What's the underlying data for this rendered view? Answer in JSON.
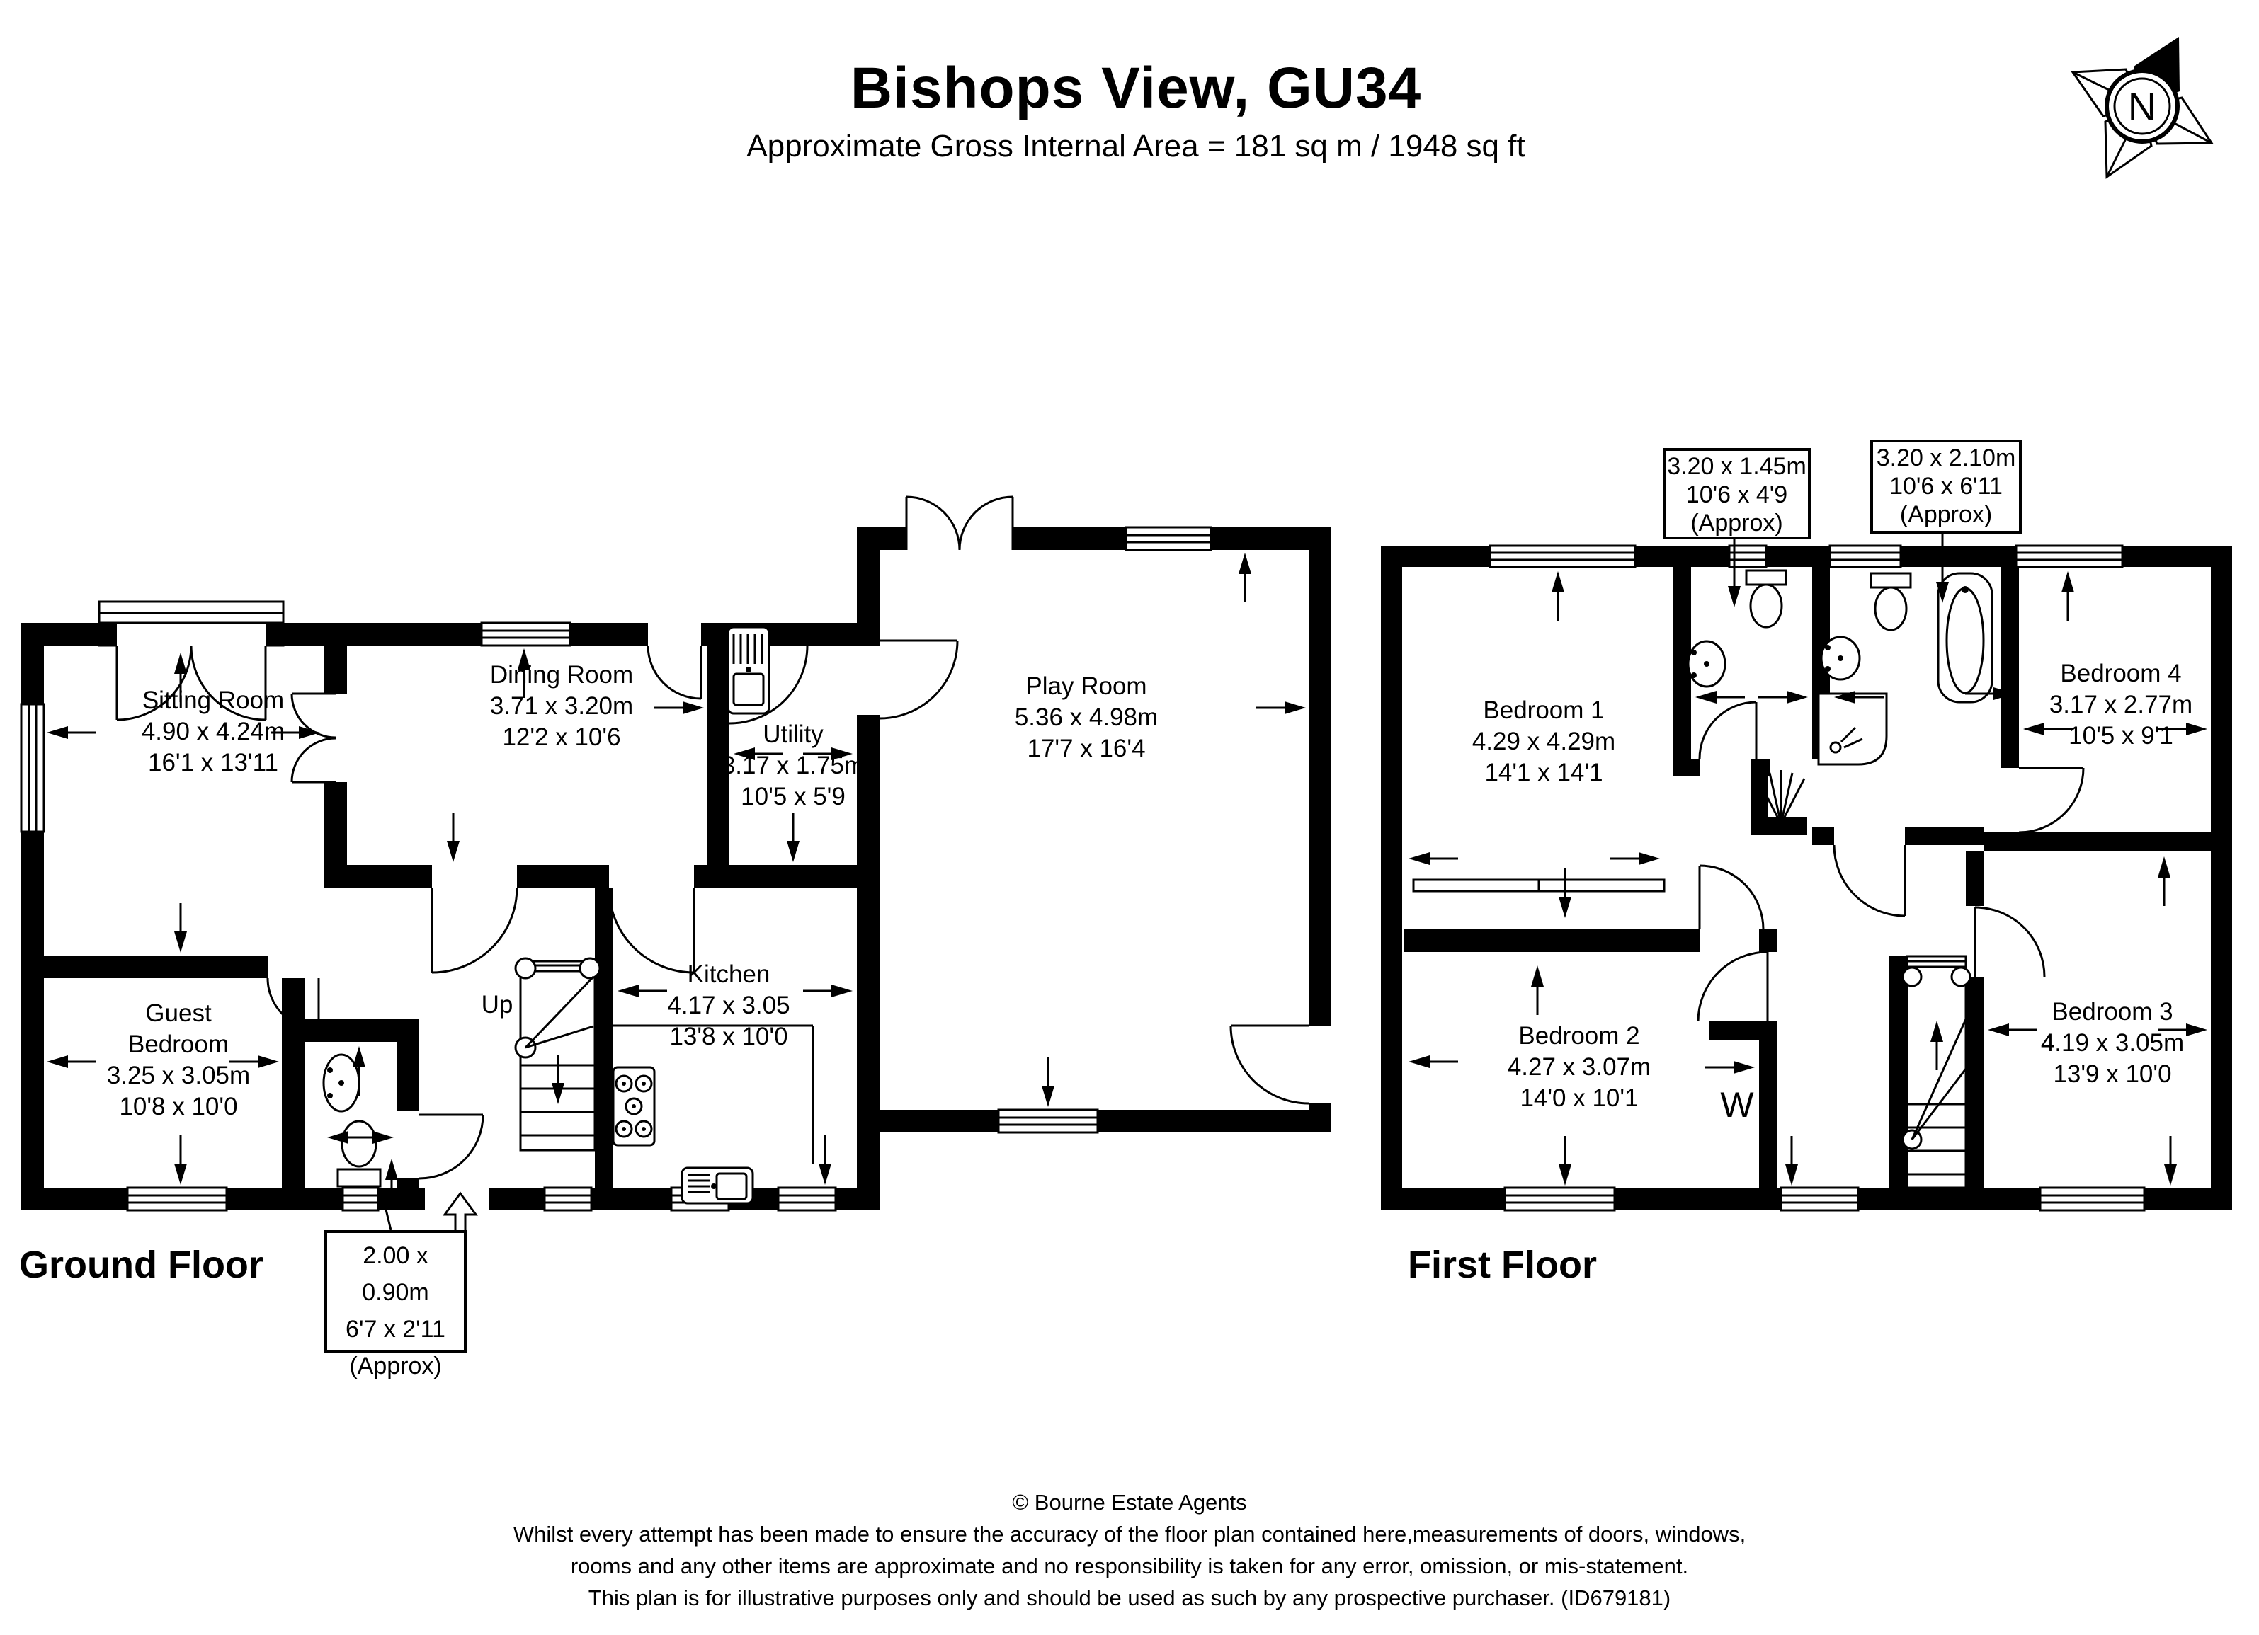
{
  "header": {
    "title": "Bishops View, GU34",
    "subtitle": "Approximate Gross Internal Area = 181 sq m / 1948 sq ft"
  },
  "compass": {
    "north_label": "N"
  },
  "ground_floor": {
    "label": "Ground Floor",
    "stairs_label": "Up",
    "rooms": {
      "sitting": {
        "name": "Sitting Room",
        "metric": "4.90 x 4.24m",
        "imperial": "16'1 x 13'11"
      },
      "dining": {
        "name": "Dining Room",
        "metric": "3.71 x 3.20m",
        "imperial": "12'2 x 10'6"
      },
      "utility": {
        "name": "Utility",
        "metric": "3.17 x 1.75m",
        "imperial": "10'5 x 5'9"
      },
      "play": {
        "name": "Play Room",
        "metric": "5.36 x 4.98m",
        "imperial": "17'7 x 16'4"
      },
      "guest": {
        "name_line1": "Guest",
        "name_line2": "Bedroom",
        "metric": "3.25 x 3.05m",
        "imperial": "10'8 x 10'0"
      },
      "kitchen": {
        "name": "Kitchen",
        "metric": "4.17 x 3.05",
        "imperial": "13'8 x 10'0"
      }
    },
    "callout_wc": {
      "metric": "2.00 x 0.90m",
      "imperial": "6'7 x 2'11",
      "note": "(Approx)"
    }
  },
  "first_floor": {
    "label": "First Floor",
    "wardrobe_label": "W",
    "rooms": {
      "bedroom1": {
        "name": "Bedroom 1",
        "metric": "4.29 x 4.29m",
        "imperial": "14'1 x 14'1"
      },
      "bedroom2": {
        "name": "Bedroom 2",
        "metric": "4.27 x 3.07m",
        "imperial": "14'0 x 10'1"
      },
      "bedroom3": {
        "name": "Bedroom 3",
        "metric": "4.19 x 3.05m",
        "imperial": "13'9 x 10'0"
      },
      "bedroom4": {
        "name": "Bedroom 4",
        "metric": "3.17 x 2.77m",
        "imperial": "10'5 x 9'1"
      }
    },
    "callout_shower": {
      "metric": "3.20 x 1.45m",
      "imperial": "10'6 x 4'9",
      "note": "(Approx)"
    },
    "callout_bath": {
      "metric": "3.20 x 2.10m",
      "imperial": "10'6 x 6'11",
      "note": "(Approx)"
    }
  },
  "footer": {
    "copyright": "© Bourne Estate Agents",
    "line1": "Whilst every attempt has been made to ensure the accuracy of the floor plan contained here,measurements of doors, windows,",
    "line2": "rooms and any other items are approximate and no responsibility is taken for any error, omission, or mis-statement.",
    "line3": "This plan is for illustrative purposes only and should be used as such by any prospective purchaser. (ID679181)"
  },
  "colors": {
    "wall": "#000000",
    "background": "#ffffff"
  }
}
